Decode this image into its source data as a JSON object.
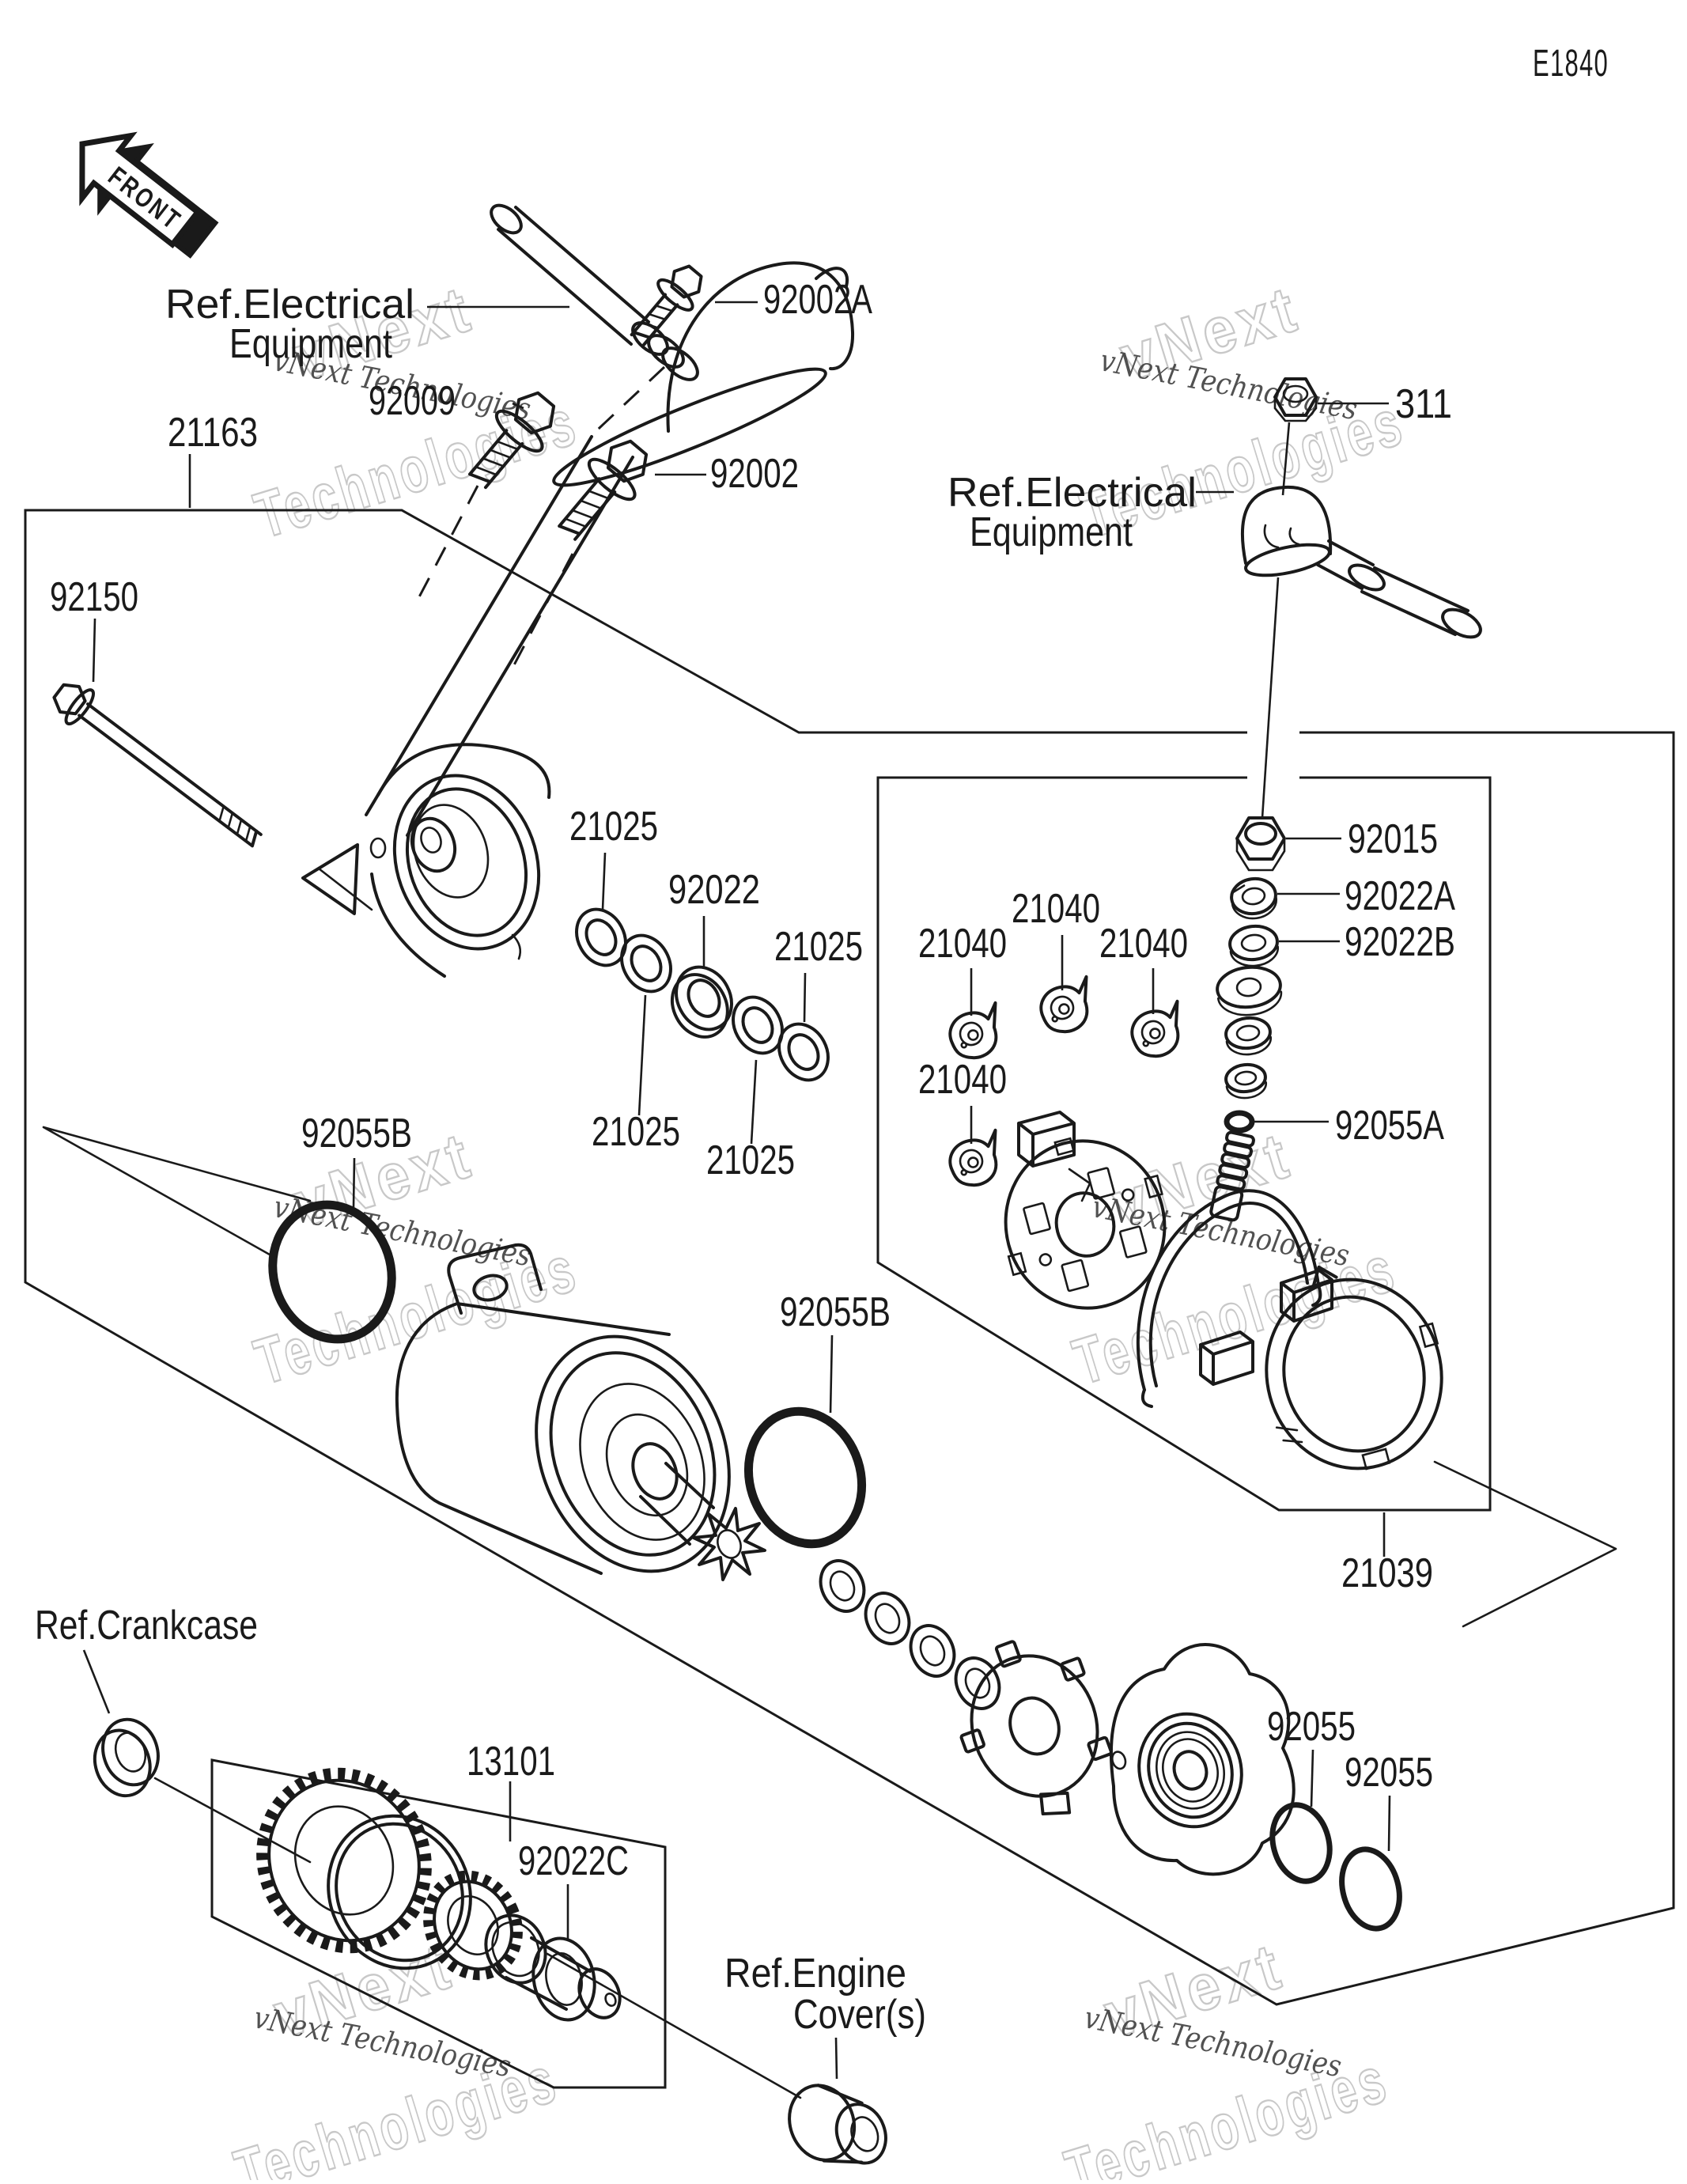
{
  "page": {
    "code": "E1840"
  },
  "front_arrow": {
    "label": "FRONT"
  },
  "watermark": {
    "big1": "vNext",
    "big2": "Technologies",
    "script": "vNext Technologies"
  },
  "callouts": {
    "ref_electrical_line1": "Ref.Electrical",
    "ref_electrical_line2": "Equipment",
    "ref_crankcase": "Ref.Crankcase",
    "ref_engine_line1": "Ref.Engine",
    "ref_engine_line2": "Cover(s)",
    "p92002a": "92002A",
    "p92009": "92009",
    "p92002": "92002",
    "p21163": "21163",
    "p92150": "92150",
    "p311": "311",
    "p92015": "92015",
    "p92022a": "92022A",
    "p92022b": "92022B",
    "p92022": "92022",
    "p21025": "21025",
    "p21040": "21040",
    "p92055a": "92055A",
    "p92055b": "92055B",
    "p21039": "21039",
    "p92055": "92055",
    "p13101": "13101",
    "p92022c": "92022C"
  },
  "colors": {
    "line": "#1a1a1a",
    "watermark_outline": "#c8c8c8",
    "watermark_script": "#3a3a3a",
    "background": "#ffffff"
  }
}
